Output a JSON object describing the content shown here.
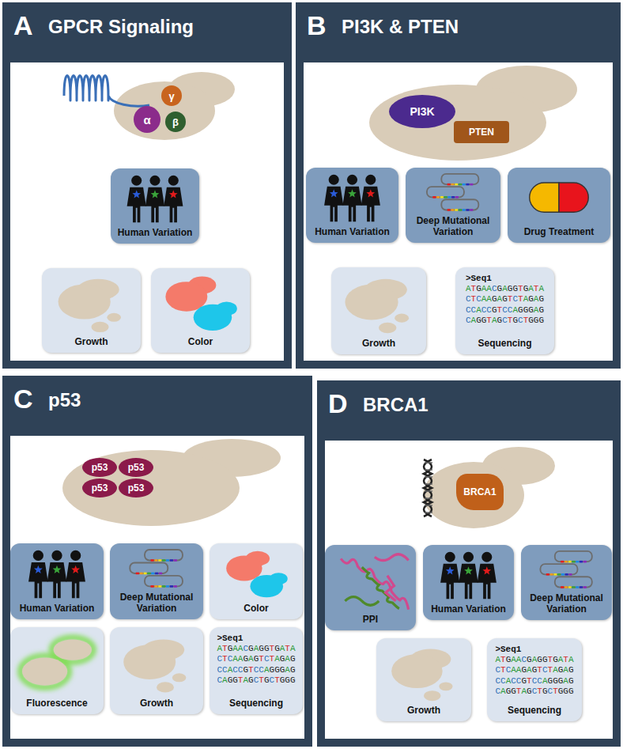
{
  "diagram": {
    "nodes": [
      {
        "text": [
          "A",
          "GPCR Signaling"
        ]
      },
      {
        "text": [
          "α"
        ],
        "in": 0
      },
      {
        "text": [
          "γ"
        ],
        "in": 0
      },
      {
        "text": [
          "β"
        ],
        "in": 0
      },
      {
        "text": [
          "Human Variation"
        ],
        "in": 0
      },
      {
        "text": [
          "Growth"
        ],
        "in": 0
      },
      {
        "text": [
          "Color"
        ],
        "in": 0
      },
      {
        "text": [
          "B",
          "PI3K & PTEN"
        ]
      },
      {
        "text": [
          "PI3K"
        ],
        "in": 7
      },
      {
        "text": [
          "PTEN"
        ],
        "in": 7
      },
      {
        "text": [
          "Human Variation"
        ],
        "in": 7
      },
      {
        "text": [
          "Deep Mutational Variation"
        ],
        "in": 7
      },
      {
        "text": [
          "Drug Treatment"
        ],
        "in": 7
      },
      {
        "text": [
          "Growth"
        ],
        "in": 7
      },
      {
        "text": [
          ">Seq1",
          "ATGAACGAGGTGATA",
          "CTCAAGAGTCTAGAG",
          "CCACCGTCCAGGGAG",
          "CAGGTAGCTGCTGGG",
          "Sequencing"
        ],
        "in": 7
      },
      {
        "text": [
          "C",
          "p53"
        ]
      },
      {
        "text": [
          "p53"
        ],
        "in": 15
      },
      {
        "text": [
          "p53"
        ],
        "in": 15
      },
      {
        "text": [
          "p53"
        ],
        "in": 15
      },
      {
        "text": [
          "p53"
        ],
        "in": 15
      },
      {
        "text": [
          "Human Variation"
        ],
        "in": 15
      },
      {
        "text": [
          "Deep Mutational Variation"
        ],
        "in": 15
      },
      {
        "text": [
          "Color"
        ],
        "in": 15
      },
      {
        "text": [
          "Fluorescence"
        ],
        "in": 15
      },
      {
        "text": [
          "Growth"
        ],
        "in": 15
      },
      {
        "text": [
          ">Seq1",
          "ATGAACGAGGTGATA",
          "CTCAAGAGTCTAGAG",
          "CCACCGTCCAGGGAG",
          "CAGGTAGCTGCTGGG",
          "Sequencing"
        ],
        "in": 15
      },
      {
        "text": [
          "D",
          "BRCA1"
        ]
      },
      {
        "text": [
          "BRCA1"
        ],
        "in": 26
      },
      {
        "text": [
          "PPI"
        ],
        "in": 26
      },
      {
        "text": [
          "Human Variation"
        ],
        "in": 26
      },
      {
        "text": [
          "Deep Mutational Variation"
        ],
        "in": 26
      },
      {
        "text": [
          "Growth"
        ],
        "in": 26
      },
      {
        "text": [
          ">Seq1",
          "ATGAACGAGGTGATA",
          "CTCAAGAGTCTAGAG",
          "CCACCGTCCAGGGAG",
          "CAGGTAGCTGCTGGG",
          "Sequencing"
        ],
        "in": 26
      }
    ]
  }
}
